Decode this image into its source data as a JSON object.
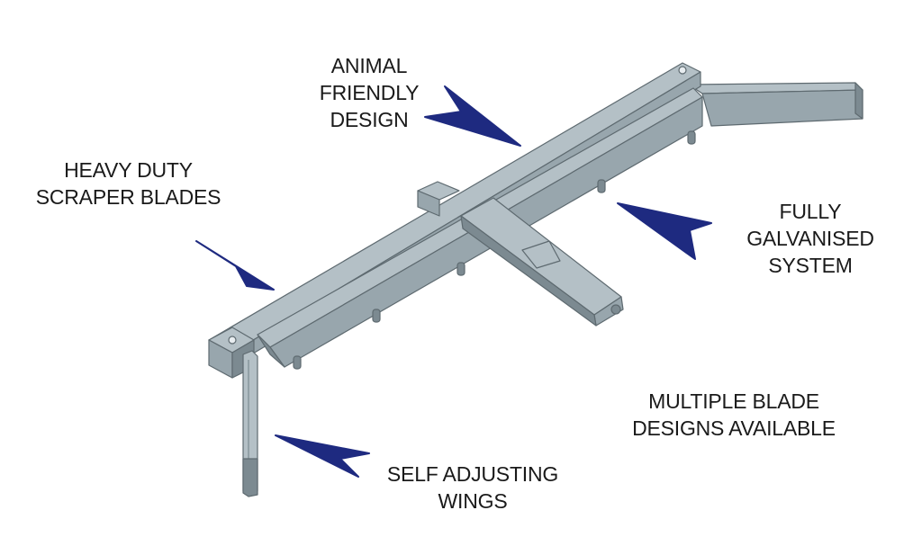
{
  "labels": {
    "animal_friendly": [
      "ANIMAL",
      "FRIENDLY",
      "DESIGN"
    ],
    "heavy_duty": [
      "HEAVY DUTY",
      "SCRAPER BLADES"
    ],
    "galvanised": [
      "FULLY",
      "GALVANISED",
      "SYSTEM"
    ],
    "multiple_blade": [
      "MULTIPLE BLADE",
      "DESIGNS AVAILABLE"
    ],
    "self_adjusting": [
      "SELF ADJUSTING",
      "WINGS"
    ]
  },
  "colors": {
    "steel_top": "#b4c0c6",
    "steel_side": "#98a6ad",
    "steel_dark": "#7c8a91",
    "outline": "#5e6a70",
    "arrow": "#1e2a80"
  },
  "icons": {
    "callout_arrow": "arrow-icon"
  }
}
